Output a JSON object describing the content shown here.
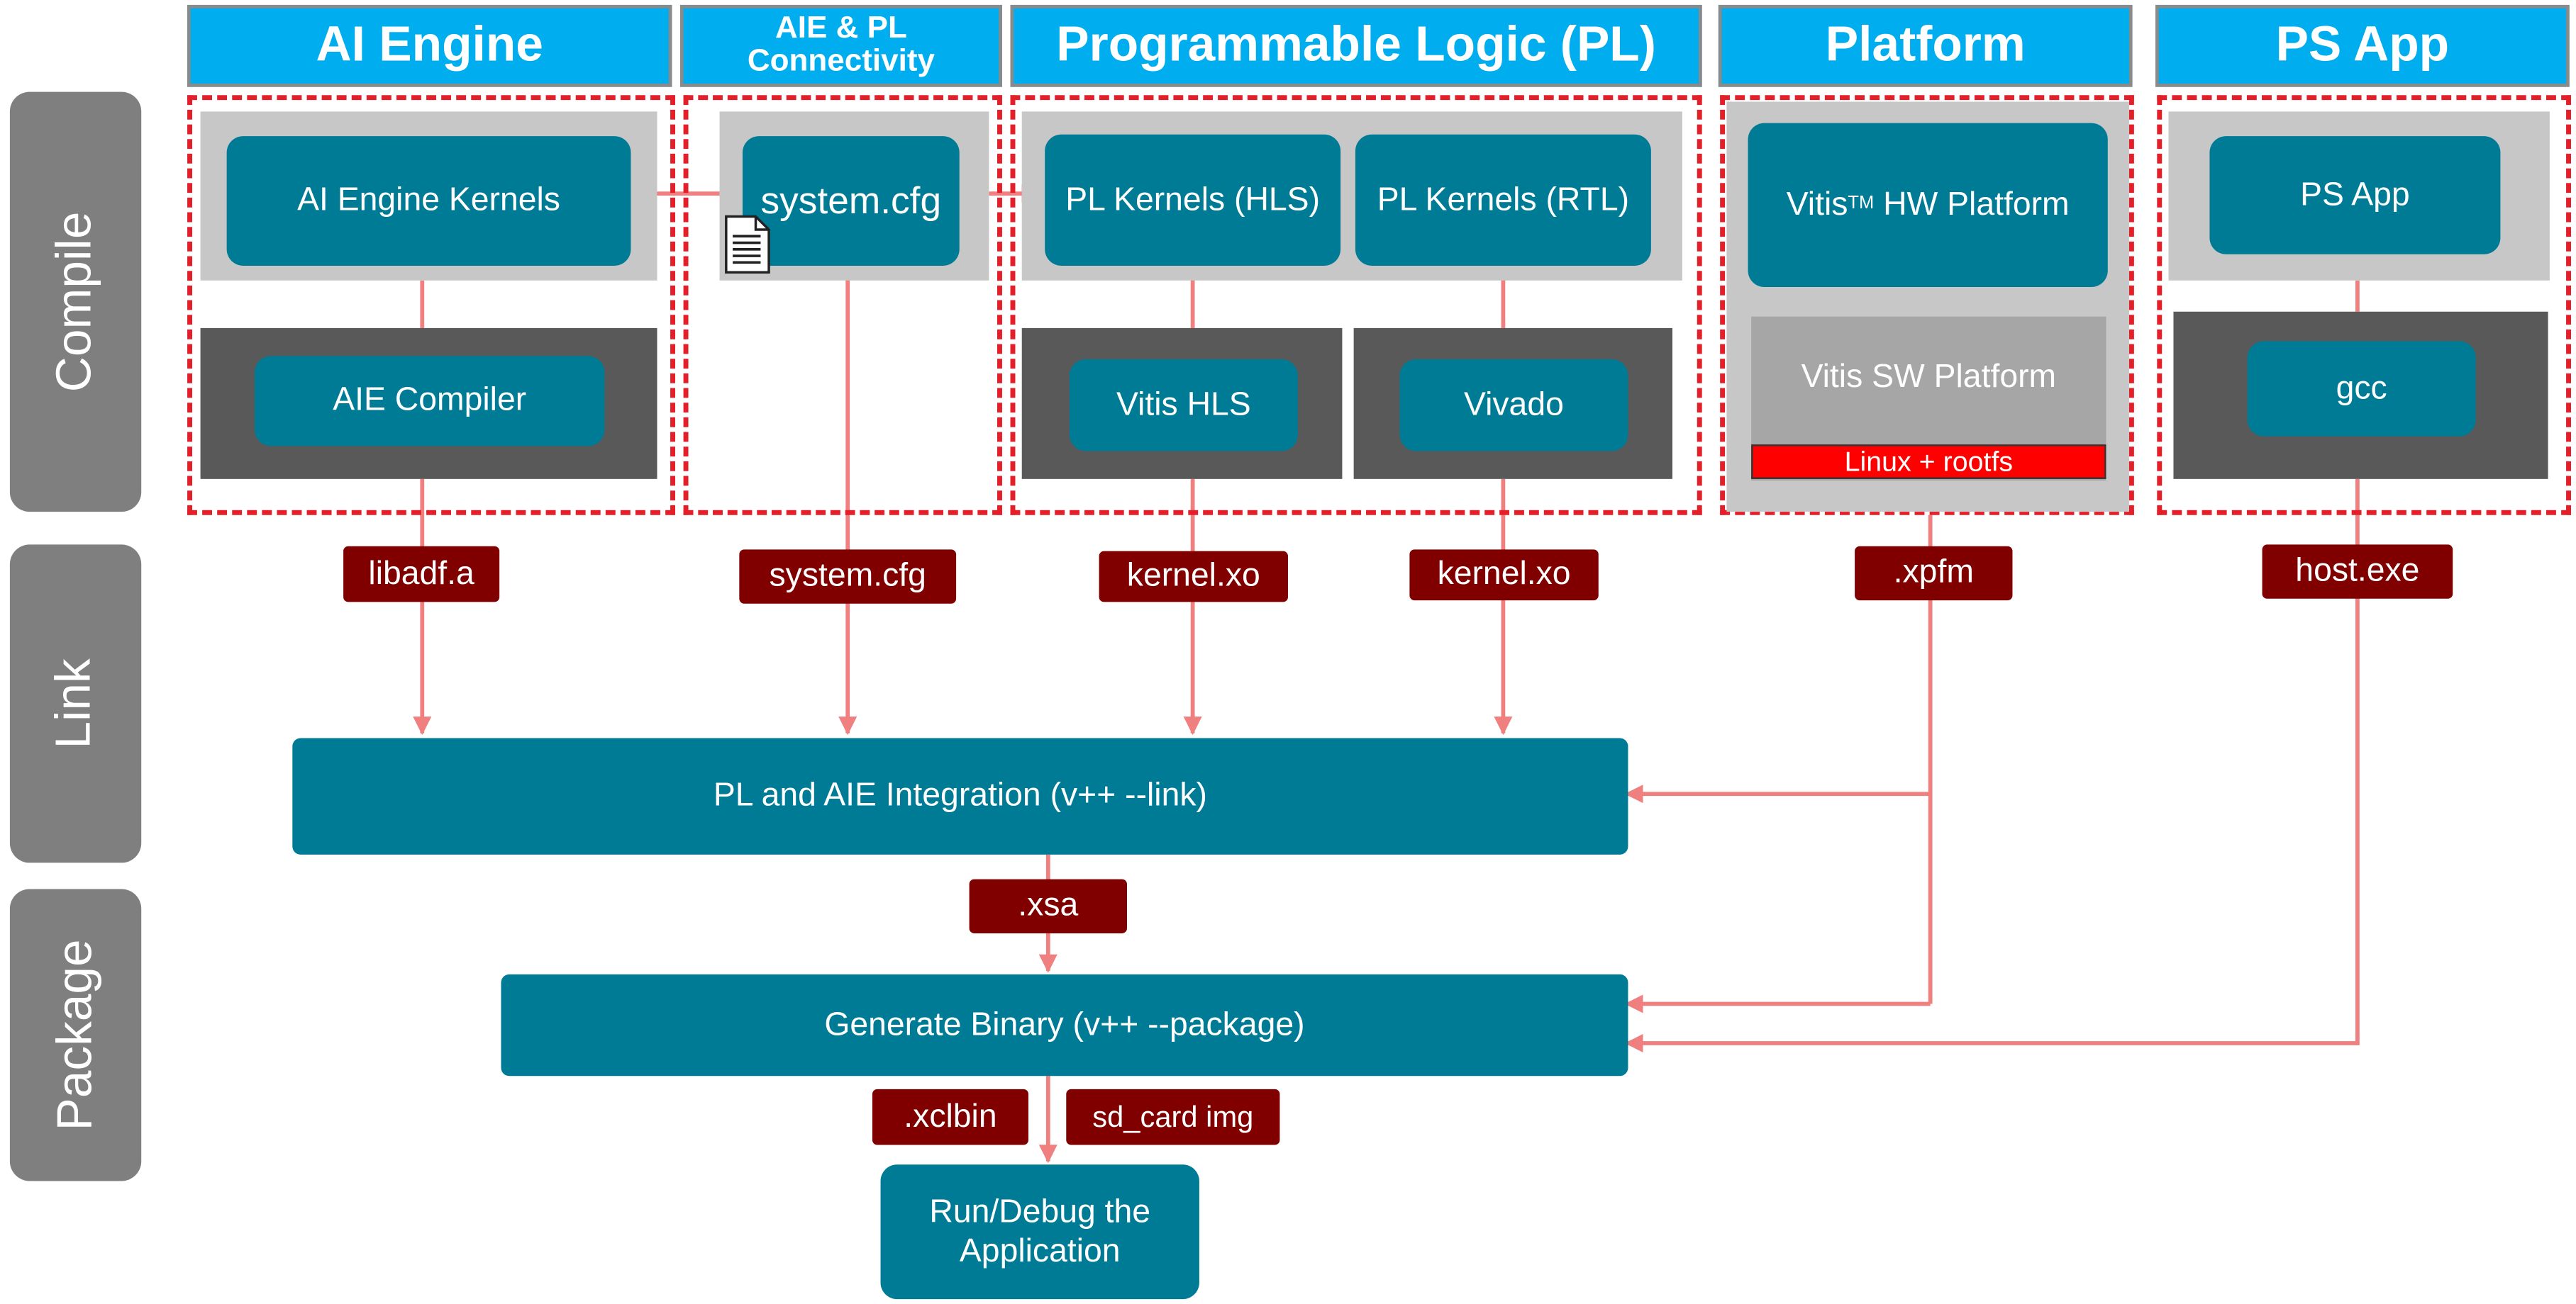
{
  "headers": {
    "ai_engine": "AI Engine",
    "aie_pl_connectivity": "AIE & PL Connectivity",
    "programmable_logic": "Programmable Logic (PL)",
    "platform": "Platform",
    "ps_app": "PS App"
  },
  "stages": {
    "compile": "Compile",
    "link": "Link",
    "package": "Package"
  },
  "compile": {
    "ai_engine_kernels": "AI Engine Kernels",
    "aie_compiler": "AIE Compiler",
    "system_cfg": "system.cfg",
    "pl_kernels_hls": "PL Kernels (HLS)",
    "pl_kernels_rtl": "PL Kernels (RTL)",
    "vitis_hls": "Vitis HLS",
    "vivado": "Vivado",
    "vitis_hw_platform": "Vitis",
    "vitis_hw_platform_tm": "TM",
    "vitis_hw_platform_suffix": "HW Platform",
    "vitis_sw_platform": "Vitis SW Platform",
    "linux_rootfs": "Linux + rootfs",
    "ps_app": "PS App",
    "gcc": "gcc"
  },
  "files": {
    "libadf": "libadf.a",
    "system_cfg": "system.cfg",
    "kernel_xo_hls": "kernel.xo",
    "kernel_xo_rtl": "kernel.xo",
    "xpfm": ".xpfm",
    "host_exe": "host.exe",
    "xsa": ".xsa",
    "xclbin": ".xclbin",
    "sd_card": "sd_card img"
  },
  "link_step": "PL and AIE Integration (v++ --link)",
  "package_step": "Generate Binary (v++ --package)",
  "run_step": "Run/Debug the Application",
  "colors": {
    "header": "#00aeef",
    "process_box": "#007b96",
    "file_badge": "#800000",
    "arrow": "#f08080",
    "dashed_border": "#e3202a"
  }
}
